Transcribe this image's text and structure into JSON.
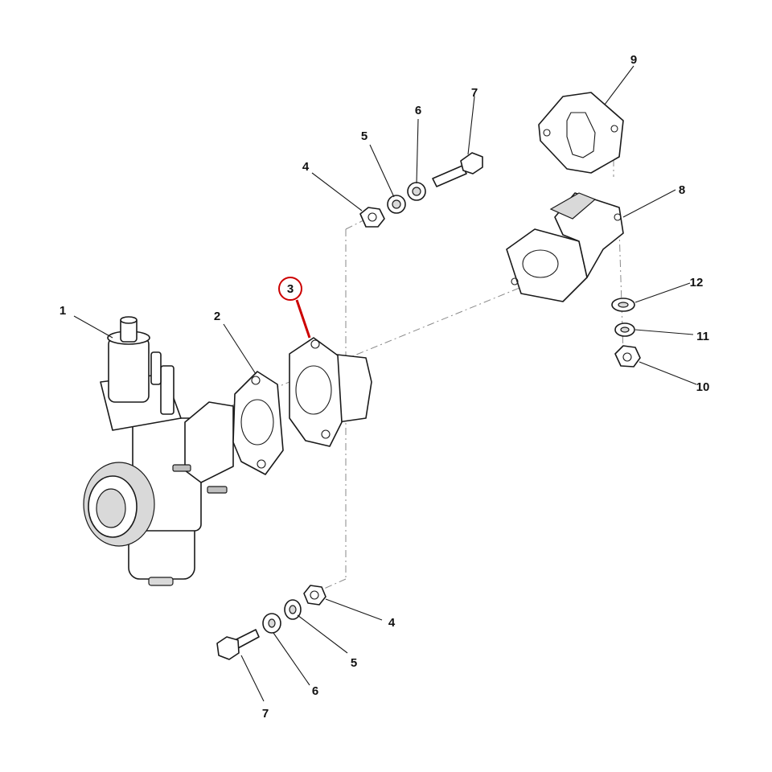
{
  "diagram": {
    "highlight_color": "#cc0000",
    "line_color": "#1a1a1a",
    "callouts": {
      "c1": "1",
      "c2": "2",
      "c3": "3",
      "c4_top": "4",
      "c5_top": "5",
      "c6_top": "6",
      "c7_top": "7",
      "c8": "8",
      "c9": "9",
      "c10": "10",
      "c11": "11",
      "c12": "12",
      "c4_bottom": "4",
      "c5_bottom": "5",
      "c6_bottom": "6",
      "c7_bottom": "7"
    },
    "highlighted_part": "3"
  }
}
